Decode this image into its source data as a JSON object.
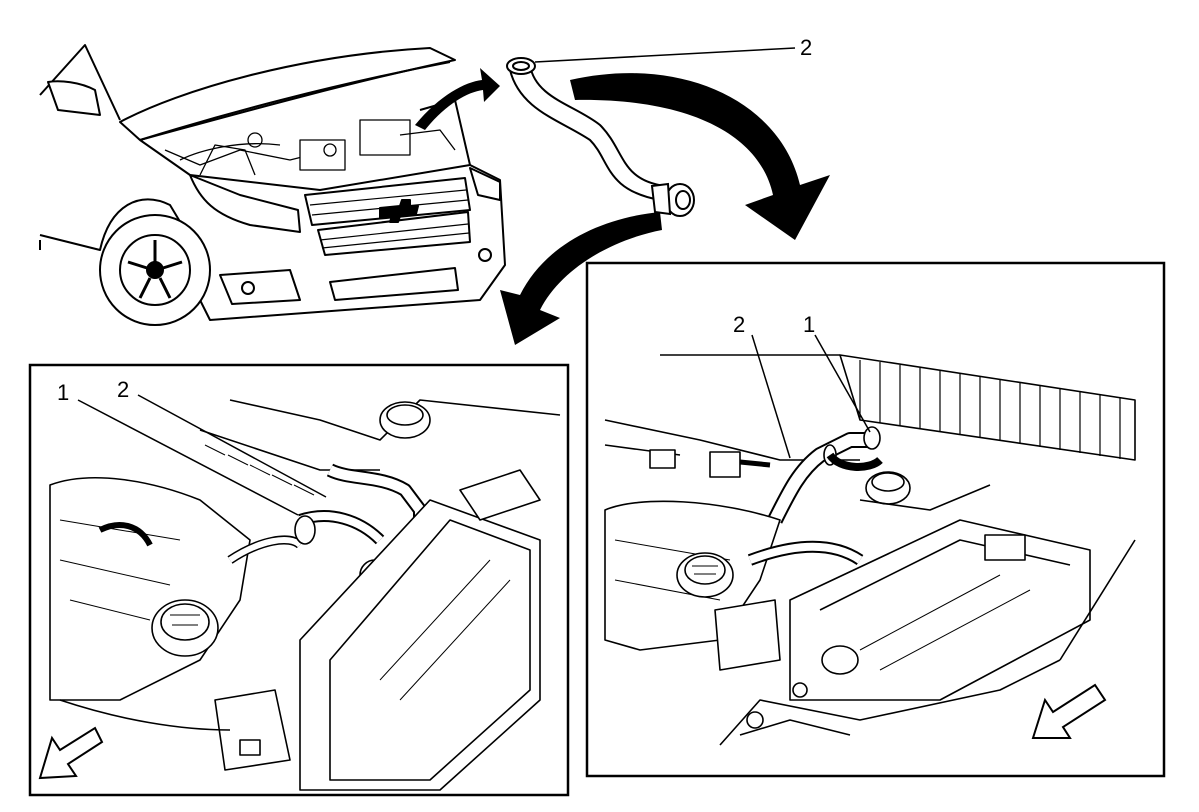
{
  "overview": {
    "callouts": [
      {
        "label": "2"
      }
    ]
  },
  "inset_left": {
    "callouts": [
      {
        "label": "1"
      },
      {
        "label": "2"
      }
    ]
  },
  "inset_right": {
    "callouts": [
      {
        "label": "2"
      },
      {
        "label": "1"
      }
    ]
  },
  "icons": {
    "front_arrow": "front-direction-arrow-icon",
    "flow_arrow": "flow-arrow-icon"
  }
}
